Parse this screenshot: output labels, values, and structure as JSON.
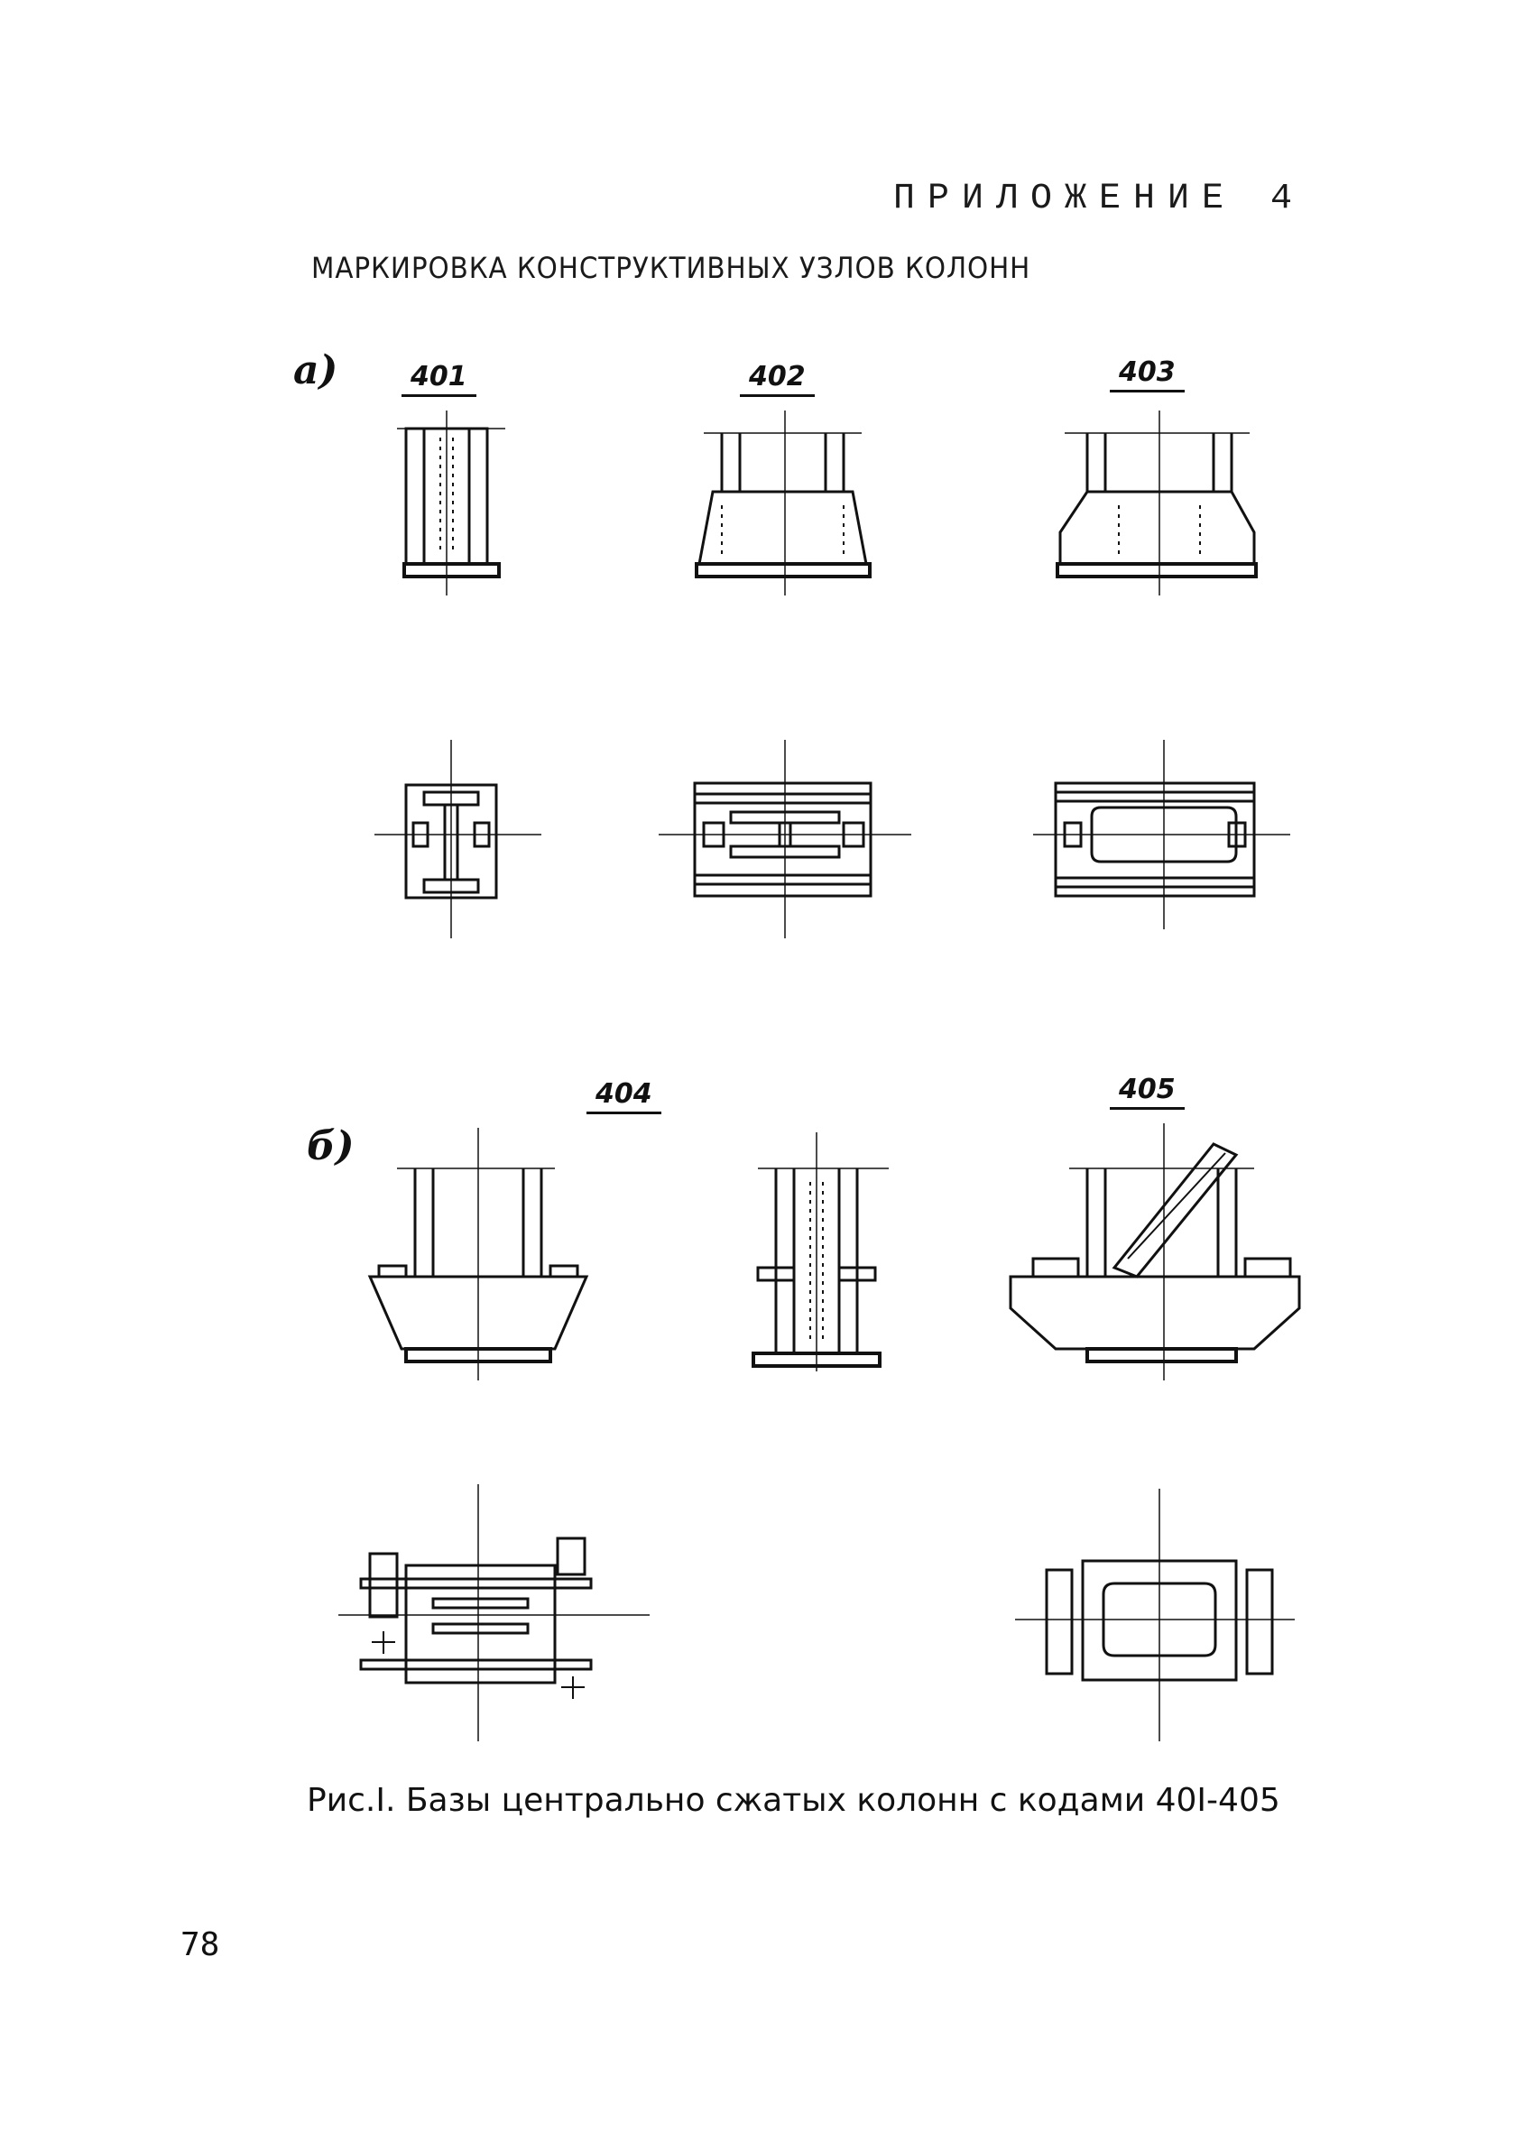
{
  "header": {
    "appendix": "ПРИЛОЖЕНИЕ 4",
    "title": "МАРКИРОВКА КОНСТРУКТИВНЫХ УЗЛОВ КОЛОНН"
  },
  "sections": [
    {
      "label": "а)"
    },
    {
      "label": "б)"
    }
  ],
  "nodes": [
    "401",
    "402",
    "403",
    "404",
    "405"
  ],
  "caption": "Рис.I. Базы центрально сжатых колонн с кодами 40I-405",
  "page_number": "78"
}
